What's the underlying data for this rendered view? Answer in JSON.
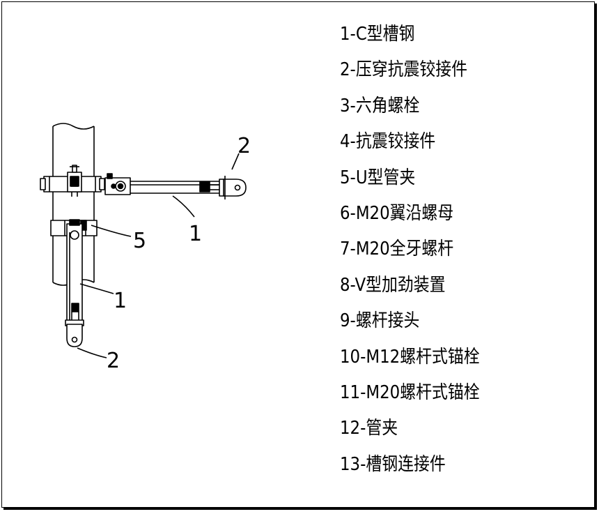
{
  "legend": [
    "1-C型槽钢",
    "2-压穿抗震铰接件",
    "3-六角螺栓",
    "4-抗震铰接件",
    "5-U型管夹",
    "6-M20翼沿螺母",
    "7-M20全牙螺杆",
    "8-V型加劲装置",
    "9-螺杆接头",
    "10-M12螺杆式锚栓",
    "11-M20螺杆式锚栓",
    "12-管夹",
    "13-槽钢连接件"
  ],
  "callouts": {
    "hinge_top": "2",
    "clamp_lower": "5",
    "channel_horizontal": "1",
    "channel_vertical": "1",
    "hinge_bottom": "2"
  }
}
